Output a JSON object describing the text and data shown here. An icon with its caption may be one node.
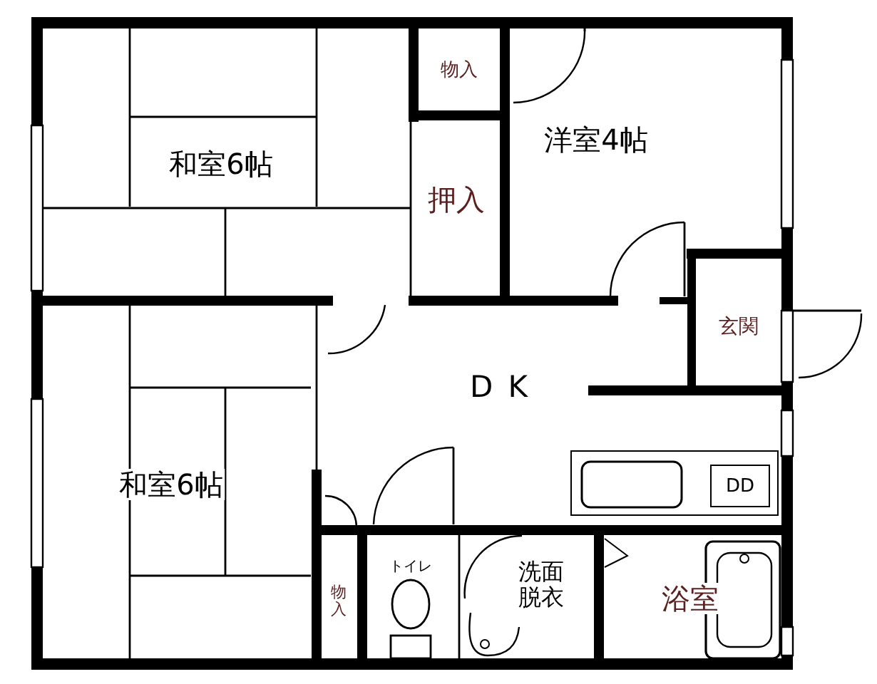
{
  "diagram": {
    "nodes": [
      {
        "text": [
          "和室6帖"
        ]
      },
      {
        "text": [
          "物入"
        ]
      },
      {
        "text": [
          "押入"
        ]
      },
      {
        "text": [
          "洋室4帖"
        ]
      },
      {
        "text": [
          "玄関"
        ]
      },
      {
        "text": [
          "DK"
        ]
      },
      {
        "text": [
          "和室6帖"
        ]
      },
      {
        "text": [
          "物入"
        ]
      },
      {
        "text": [
          "トイレ"
        ]
      },
      {
        "text": [
          "洗面脱衣"
        ]
      },
      {
        "text": [
          "浴室"
        ]
      },
      {
        "text": [],
        "shape": "box"
      },
      {
        "text": [
          "DD"
        ],
        "in": 11
      }
    ]
  }
}
